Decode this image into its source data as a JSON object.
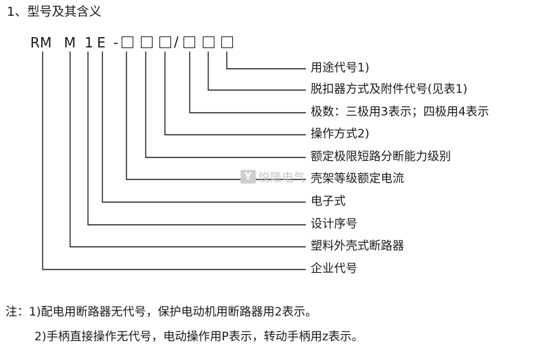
{
  "title": "1、型号及其含义",
  "model_code": {
    "c1": "R",
    "c2": "M",
    "c3": "M",
    "c4": "1",
    "c5": "E",
    "dash": "-",
    "slash": "/"
  },
  "labels": [
    "用途代号1)",
    "脱扣器方式及附件代号(见表1)",
    "极数：三极用3表示；四极用4表示",
    "操作方式2)",
    "额定极限短路分断能力级别",
    "壳架等级额定电流",
    "电子式",
    "设计序号",
    "塑料外壳式断路器",
    "企业代号"
  ],
  "watermark": {
    "logo_text": "Y",
    "text": "悦隆电气"
  },
  "notes": [
    "注：1)配电用断路器无代号，保护电动机用断路器用2表示。",
    "2)手柄直接操作无代号，电动操作用P表示，转动手柄用z表示。"
  ]
}
